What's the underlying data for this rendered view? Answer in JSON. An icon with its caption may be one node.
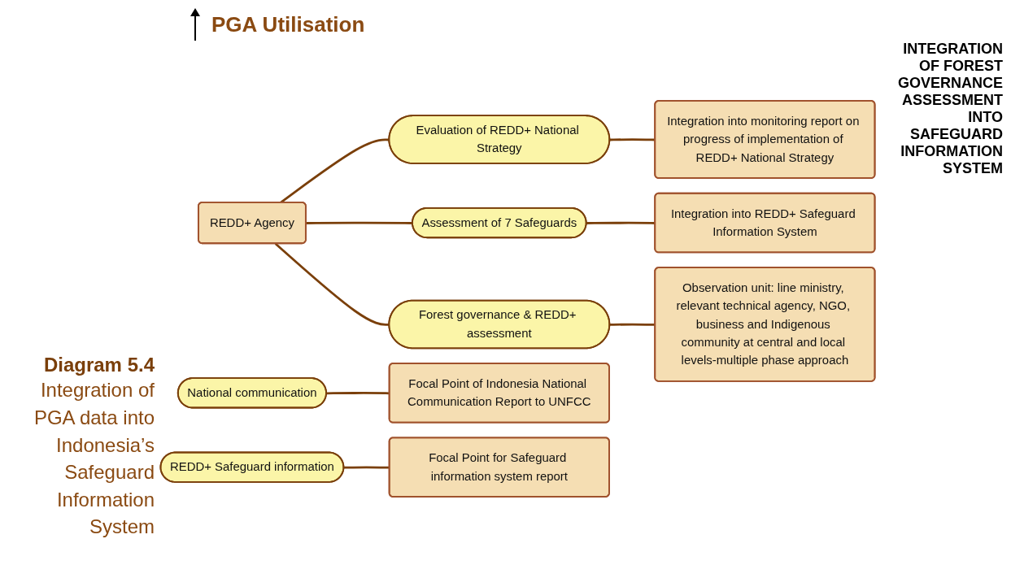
{
  "diagram": {
    "title": "Diagram 5.4",
    "caption": "Integration of PGA data into Indonesia’s Safeguard Information System",
    "nodes": [
      {
        "text": [
          "REDD+ Agency"
        ]
      },
      {
        "text": [
          "National communication"
        ]
      },
      {
        "text": [
          "REDD+ Safeguard information"
        ]
      },
      {
        "text": [
          "Evaluation of REDD+ National Strategy"
        ]
      },
      {
        "text": [
          "Assessment of 7 Safeguards"
        ]
      },
      {
        "text": [
          "Forest governance & REDD+ assessment"
        ]
      },
      {
        "text": [
          "Focal Point of Indonesia National Communication Report to UNFCC"
        ]
      },
      {
        "text": [
          "Focal Point for Safeguard information system report"
        ]
      },
      {
        "text": [
          "Integration into monitoring report on progress of implementation of REDD+ National Strategy"
        ]
      },
      {
        "text": [
          "Integration into REDD+ Safeguard Information System"
        ]
      },
      {
        "text": [
          "Observation unit: line ministry, relevant technical agency, NGO, business and Indigenous community at central and local levels-multiple phase approach"
        ]
      }
    ],
    "edges": [
      {
        "from": 0,
        "to": 3,
        "arrow": "none"
      },
      {
        "from": 0,
        "to": 4,
        "arrow": "none"
      },
      {
        "from": 0,
        "to": 5,
        "arrow": "none"
      },
      {
        "from": 1,
        "to": 6,
        "arrow": "none"
      },
      {
        "from": 2,
        "to": 7,
        "arrow": "none"
      },
      {
        "from": 3,
        "to": 8,
        "arrow": "none"
      },
      {
        "from": 4,
        "to": 9,
        "arrow": "none"
      },
      {
        "from": 5,
        "to": 10,
        "arrow": "none"
      }
    ],
    "labels": [
      "PGA Utilisation",
      "INTEGRATION OF FOREST GOVERNANCE ASSESSMENT INTO SAFEGUARD INFORMATION SYSTEM"
    ]
  }
}
